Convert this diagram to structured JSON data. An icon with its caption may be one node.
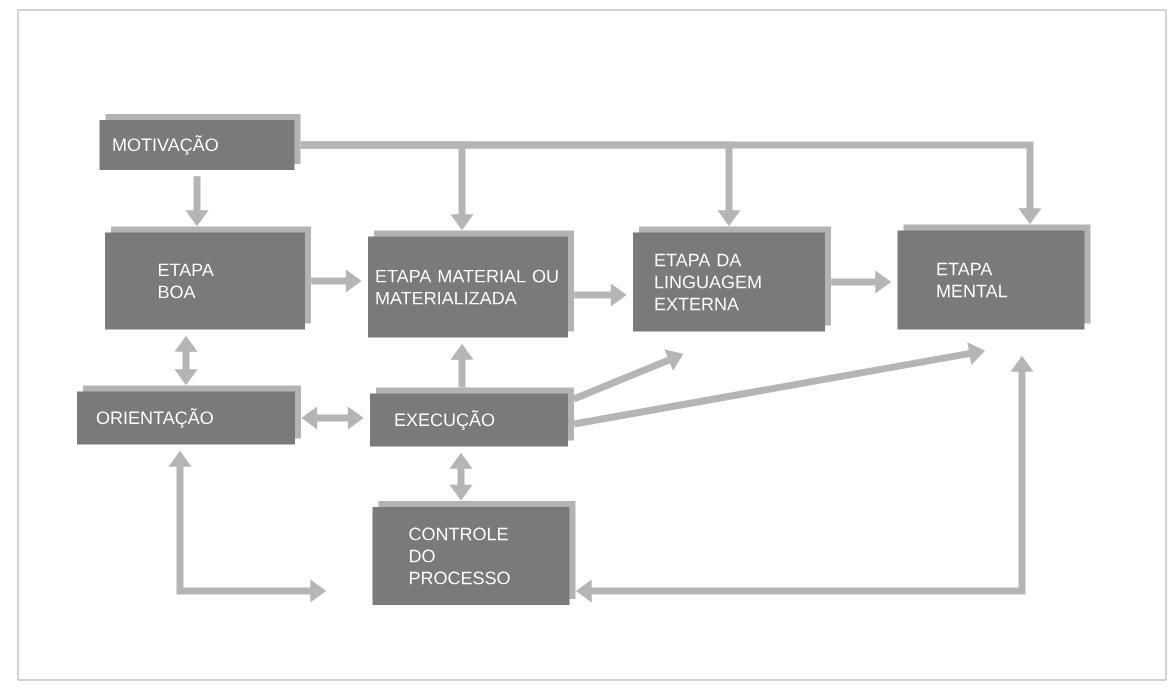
{
  "diagram": {
    "nodes": [
      {
        "text": [
          "MOTIVAÇÃO"
        ]
      },
      {
        "text": [
          "ETAPA BOA"
        ]
      },
      {
        "text": [
          "ETAPA MATERIAL OU MATERIALIZADA"
        ]
      },
      {
        "text": [
          "ETAPA DA LINGUAGEM EXTERNA"
        ]
      },
      {
        "text": [
          "ETAPA MENTAL"
        ]
      },
      {
        "text": [
          "ORIENTAÇÃO"
        ]
      },
      {
        "text": [
          "EXECUÇÃO"
        ]
      },
      {
        "text": [
          "CONTROLE DO PROCESSO"
        ]
      }
    ],
    "edges": [
      {
        "from": 0,
        "to": 1,
        "arrow": "to"
      },
      {
        "from": 0,
        "to": 2,
        "arrow": "to"
      },
      {
        "from": 0,
        "to": 3,
        "arrow": "to"
      },
      {
        "from": 0,
        "to": 4,
        "arrow": "to"
      },
      {
        "from": 1,
        "to": 2,
        "arrow": "to"
      },
      {
        "from": 2,
        "to": 3,
        "arrow": "to"
      },
      {
        "from": 3,
        "to": 4,
        "arrow": "to"
      },
      {
        "from": 1,
        "to": 5,
        "arrow": "both"
      },
      {
        "from": 5,
        "to": 6,
        "arrow": "both"
      },
      {
        "from": 6,
        "to": 2,
        "arrow": "to"
      },
      {
        "from": 6,
        "to": 3,
        "arrow": "to"
      },
      {
        "from": 6,
        "to": 4,
        "arrow": "to"
      },
      {
        "from": 6,
        "to": 7,
        "arrow": "both"
      },
      {
        "from": 5,
        "to": 7,
        "arrow": "both"
      },
      {
        "from": 7,
        "to": 4,
        "arrow": "both"
      }
    ]
  }
}
